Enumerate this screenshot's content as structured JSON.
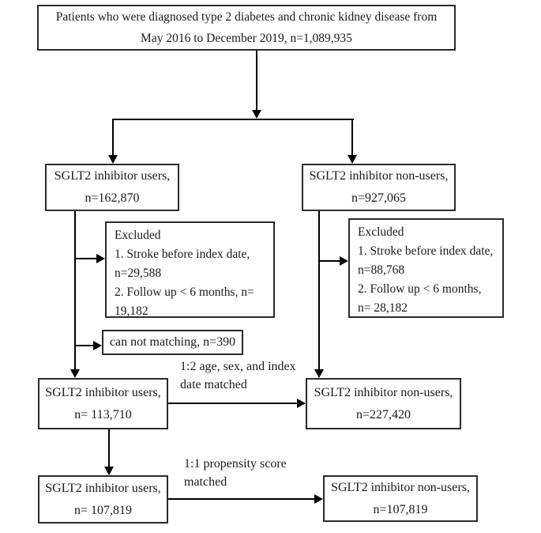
{
  "diagram": {
    "top_box": {
      "line1": "Patients who were diagnosed type 2 diabetes and chronic kidney disease from",
      "line2": "May 2016 to December 2019, n=1,089,935"
    },
    "users_box_1": {
      "line1": "SGLT2 inhibitor users,",
      "line2": "n=162,870"
    },
    "nonusers_box_1": {
      "line1": "SGLT2 inhibitor non-users,",
      "line2": "n=927,065"
    },
    "excluded_left": {
      "line1": "Excluded",
      "line2": "1. Stroke before index date,",
      "line3": "n=29,588",
      "line4": "2. Follow up < 6 months, n=",
      "line5": "19,182"
    },
    "excluded_right": {
      "line1": "Excluded",
      "line2": "1. Stroke before index date,",
      "line3": "n=88,768",
      "line4": "2. Follow up < 6 months,",
      "line5": "n= 28,182"
    },
    "cannot_match_box": {
      "line1": "can not matching, n=390"
    },
    "users_box_2": {
      "line1": "SGLT2 inhibitor users,",
      "line2": "n= 113,710"
    },
    "nonusers_box_2": {
      "line1": "SGLT2 inhibitor non-users,",
      "line2": "n=227,420"
    },
    "users_box_3": {
      "line1": "SGLT2 inhibitor users,",
      "line2": "n= 107,819"
    },
    "nonusers_box_3": {
      "line1": "SGLT2 inhibitor non-users,",
      "line2": "n=107,819"
    },
    "label_match_12": {
      "line1": "1:2 age, sex, and index",
      "line2": "date matched"
    },
    "label_match_11": {
      "line1": "1:1 propensity score",
      "line2": "matched"
    },
    "colors": {
      "line": "#000000",
      "border": "#2b2b2b",
      "background": "#ffffff"
    }
  }
}
